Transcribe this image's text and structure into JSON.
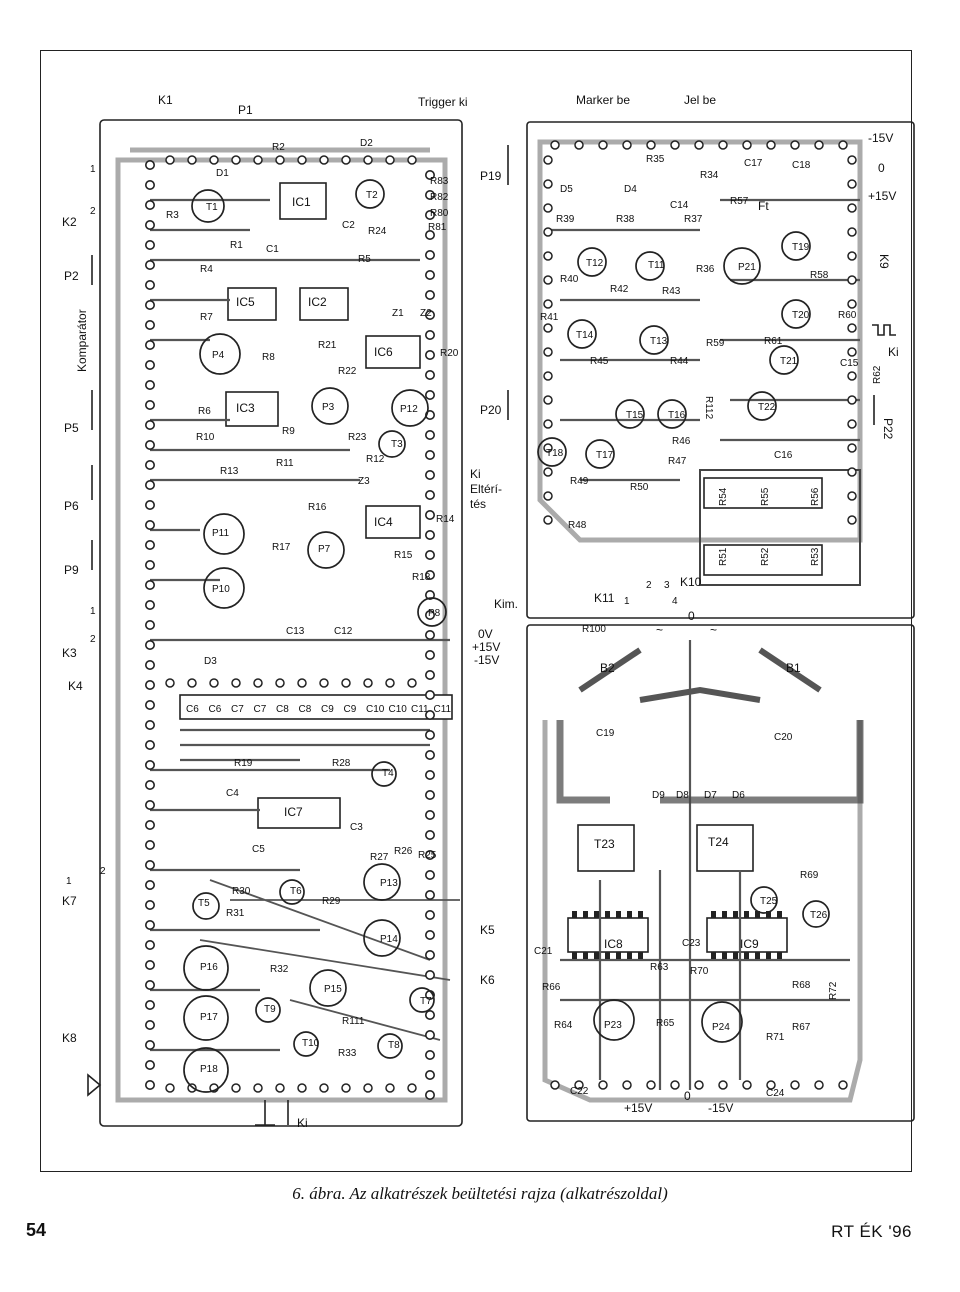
{
  "figure": {
    "caption": "6. ábra. Az alkatrészek beültetési rajza (alkatrészoldal)"
  },
  "footer": {
    "page_number": "54",
    "journal": "RT ÉK '96"
  },
  "left_board": {
    "signals": {
      "trigger": "Trigger ki",
      "comparator": "Komparátor",
      "out_tuning": "Ki",
      "deviation_1": "Eltérí-",
      "deviation_2": "tés",
      "out_bottom": "Ki"
    },
    "supply": [
      "0V",
      "+15V",
      "-15V"
    ],
    "switches": [
      "K1",
      "K2",
      "K3",
      "K4",
      "K5",
      "K6",
      "K7",
      "K8"
    ],
    "pots": [
      "P1",
      "P2",
      "P5",
      "P6",
      "P9"
    ],
    "ics": [
      "IC1",
      "IC2",
      "IC3",
      "IC4",
      "IC5",
      "IC6",
      "IC7"
    ],
    "transistors": [
      "T1",
      "T2",
      "T3",
      "T4",
      "T5",
      "T6",
      "T7",
      "T8",
      "T9",
      "T10"
    ],
    "trimmers": [
      "P3",
      "P4",
      "P7",
      "P8",
      "P10",
      "P11",
      "P12",
      "P13",
      "P14",
      "P15",
      "P16",
      "P17",
      "P18"
    ],
    "resistors": [
      "R1",
      "R2",
      "R3",
      "R4",
      "R5",
      "R6",
      "R7",
      "R8",
      "R9",
      "R10",
      "R11",
      "R12",
      "R13",
      "R14",
      "R15",
      "R16",
      "R17",
      "R18",
      "R19",
      "R20",
      "R21",
      "R22",
      "R23",
      "R24",
      "R25",
      "R26",
      "R27",
      "R28",
      "R29",
      "R30",
      "R31",
      "R32",
      "R33",
      "R80",
      "R81",
      "R82",
      "R83",
      "R111"
    ],
    "capacitors": [
      "C1",
      "C2",
      "C3",
      "C4",
      "C5",
      "C12",
      "C13"
    ],
    "cap_row": [
      "C6",
      "C6",
      "C7",
      "C7",
      "C8",
      "C8",
      "C9",
      "C9",
      "C10",
      "C10",
      "C11",
      "C11"
    ],
    "diodes": [
      "D1",
      "D2",
      "D3",
      "Z1",
      "Z2",
      "Z3"
    ],
    "pins": [
      "1",
      "2",
      "1",
      "2",
      "2",
      "1",
      "1",
      "2"
    ]
  },
  "right_board": {
    "signals": {
      "marker": "Marker be",
      "jel": "Jel be",
      "kim": "Kim.",
      "ft": "Ft",
      "ki": "Ki"
    },
    "supply": [
      "-15V",
      "0",
      "+15V"
    ],
    "switches": [
      "K9",
      "K10",
      "K11"
    ],
    "pots": [
      "P19",
      "P20",
      "P22"
    ],
    "transistors": [
      "T11",
      "T12",
      "T13",
      "T14",
      "T15",
      "T16",
      "T17",
      "T18",
      "T19",
      "T20",
      "T21",
      "T22"
    ],
    "trimmer": "P21",
    "resistors": [
      "R34",
      "R35",
      "R36",
      "R37",
      "R38",
      "R39",
      "R40",
      "R41",
      "R42",
      "R43",
      "R44",
      "R45",
      "R46",
      "R47",
      "R48",
      "R49",
      "R50",
      "R51",
      "R52",
      "R53",
      "R54",
      "R55",
      "R56",
      "R57",
      "R58",
      "R59",
      "R60",
      "R61",
      "R62",
      "R100",
      "R112"
    ],
    "capacitors": [
      "C14",
      "C15",
      "C16",
      "C17",
      "C18"
    ],
    "diodes": [
      "D4",
      "D5"
    ],
    "k10_positions": [
      "1",
      "2",
      "3",
      "4"
    ]
  },
  "power_board": {
    "ac_symbols": [
      "~",
      "0",
      "~"
    ],
    "bridges": [
      "B2",
      "B1"
    ],
    "ics": [
      "IC8",
      "IC9"
    ],
    "regulators": [
      "T23",
      "T24"
    ],
    "transistors": [
      "T25",
      "T26"
    ],
    "trimmers": [
      "P23",
      "P24"
    ],
    "resistors": [
      "R63",
      "R64",
      "R65",
      "R66",
      "R67",
      "R68",
      "R69",
      "R70",
      "R71",
      "R72"
    ],
    "capacitors": [
      "C19",
      "C20",
      "C21",
      "C22",
      "C23",
      "C24"
    ],
    "diodes": [
      "D6",
      "D7",
      "D8",
      "D9"
    ],
    "supply": [
      "+15V",
      "0",
      "-15V"
    ]
  }
}
